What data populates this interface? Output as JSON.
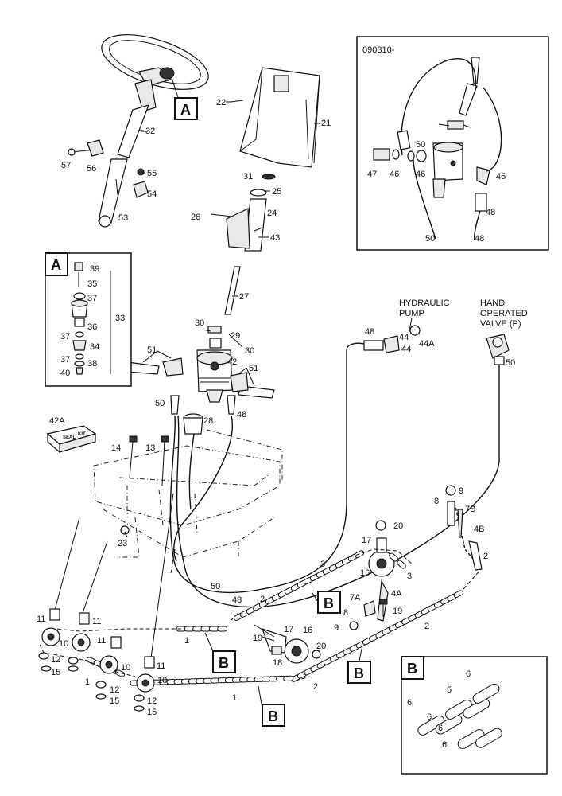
{
  "inset_top": {
    "code": "090310-",
    "labels": [
      "50",
      "47",
      "46",
      "46",
      "45",
      "48",
      "50",
      "48"
    ]
  },
  "inset_a": {
    "letter": "A",
    "labels": [
      "39",
      "35",
      "37",
      "33",
      "36",
      "37",
      "34",
      "37",
      "38",
      "40"
    ]
  },
  "inset_b": {
    "letter": "B",
    "labels": [
      "6",
      "5",
      "6",
      "6",
      "6",
      "6"
    ]
  },
  "callouts": {
    "a": "A",
    "b": "B"
  },
  "annotations": {
    "pump_line1": "HYDRAULIC",
    "pump_line2": "PUMP",
    "valve_line1": "HAND",
    "valve_line2": "OPERATED",
    "valve_line3": "VALVE (P)"
  },
  "seal_kit": {
    "line1": "SEAL",
    "line2": "KIT"
  },
  "labels": {
    "l22": "22",
    "l21": "21",
    "l32": "32",
    "l57": "57",
    "l56": "56",
    "l55": "55",
    "l54": "54",
    "l53": "53",
    "l31": "31",
    "l25": "25",
    "l24": "24",
    "l26": "26",
    "l43": "43",
    "l27": "27",
    "l30a": "30",
    "l29": "29",
    "l30b": "30",
    "l51a": "51",
    "l42": "42",
    "l51b": "51",
    "l50a": "50",
    "l28": "28",
    "l48a": "48",
    "l42A": "42A",
    "l14": "14",
    "l13": "13",
    "l23": "23",
    "l48b": "48",
    "l44a": "44",
    "l44": "44",
    "l44A": "44A",
    "l50b": "50",
    "l9": "9",
    "l8": "8",
    "l7B": "7B",
    "l4B": "4B",
    "l2a": "2",
    "l20a": "20",
    "l17a": "17",
    "l3a": "3",
    "l16a": "16",
    "l3b": "3",
    "l2b": "2",
    "l7A": "7A",
    "l4A": "4A",
    "l8b": "8",
    "l19a": "19",
    "l9b": "9",
    "l2c": "2",
    "l50c": "50",
    "l48c": "48",
    "l11a": "11",
    "l11b": "11",
    "l10a": "10",
    "l12a": "12",
    "l15a": "15",
    "l11c": "11",
    "l10b": "10",
    "l1a": "1",
    "l12b": "12",
    "l15b": "15",
    "l11d": "11",
    "l10c": "10",
    "l12c": "12",
    "l15c": "15",
    "l1b": "1",
    "l1c": "1",
    "l19b": "19",
    "l17b": "17",
    "l16b": "16",
    "l20b": "20",
    "l18": "18",
    "l2d": "2"
  }
}
